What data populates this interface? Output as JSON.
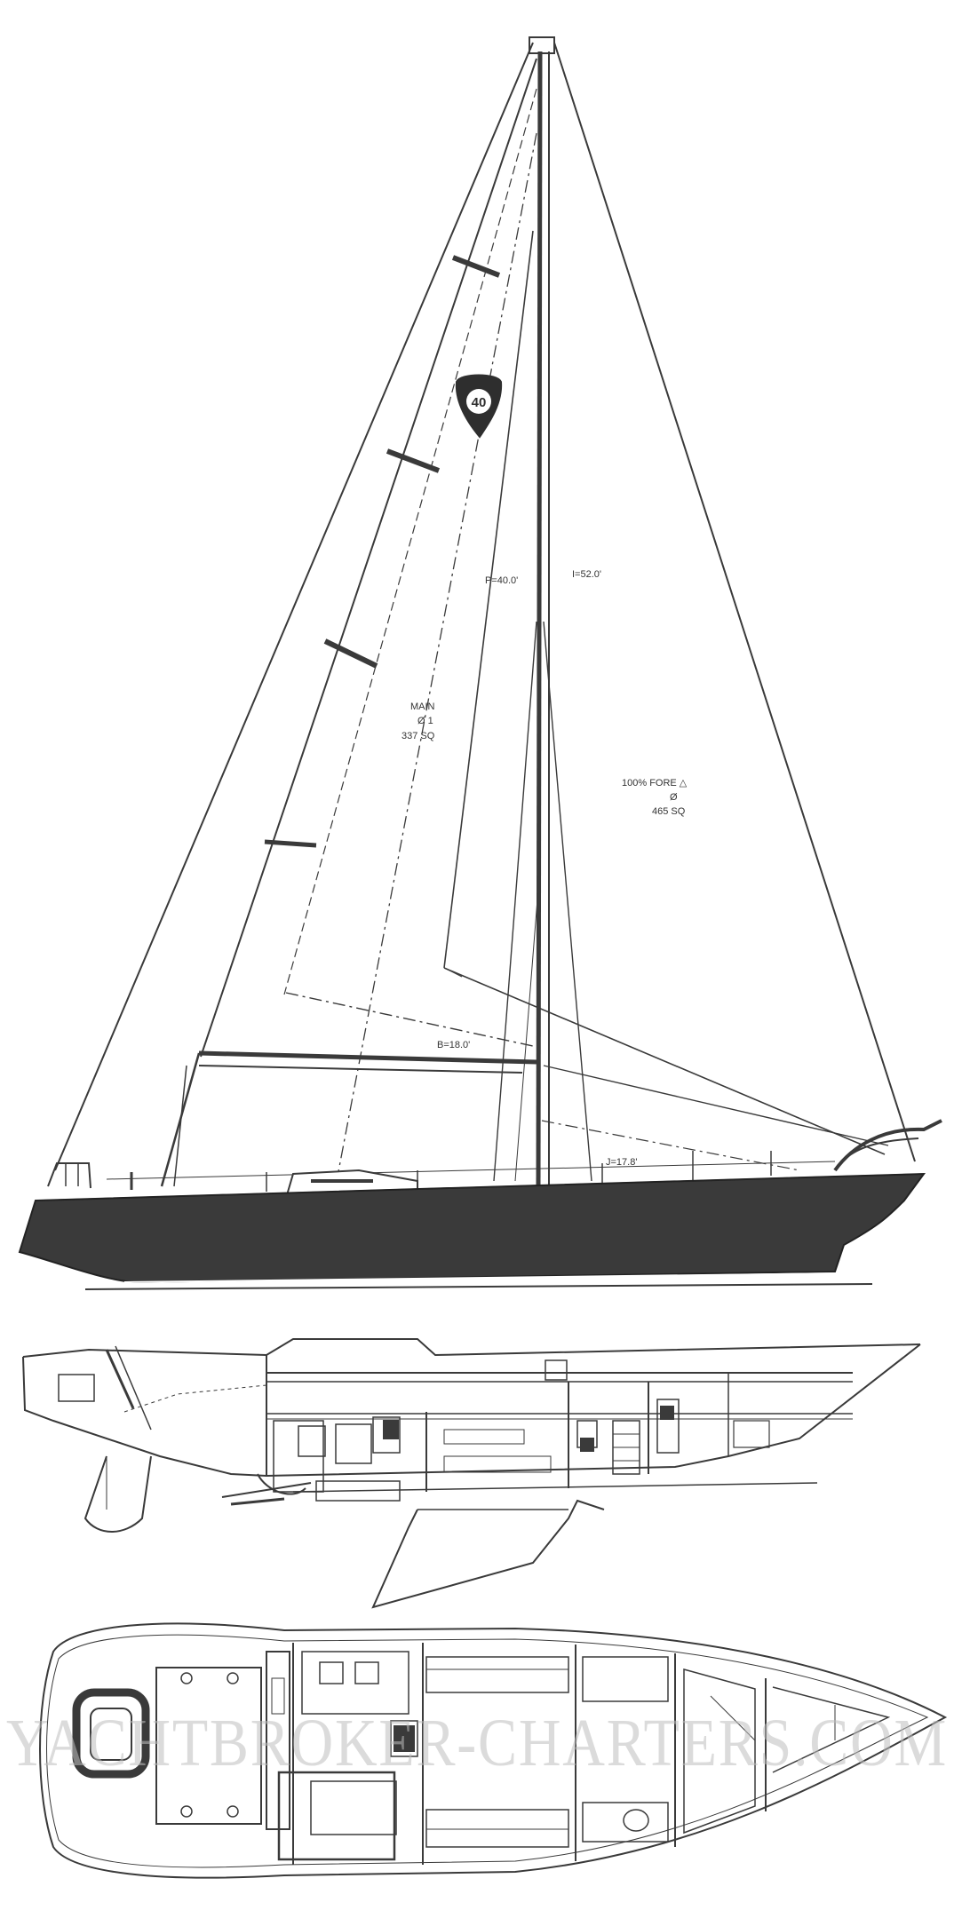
{
  "sail_plan": {
    "class_logo_text": "40",
    "labels": {
      "p": "P=40.0'",
      "i": "I=52.0'",
      "main_line1": "MAIN",
      "main_line2": "Ø 1",
      "main_line3": "337 SQ",
      "fore_line1": "100% FORE △",
      "fore_line2": "Ø",
      "fore_line3": "465 SQ",
      "boom": "B=18.0'",
      "j": "J=17.8'"
    }
  },
  "watermark": "YACHTBROKER-CHARTERS.COM",
  "colors": {
    "line": "#3a3a3a",
    "hull": "#3a3a3a",
    "paper": "#ffffff",
    "watermark": "#bdbdbd"
  }
}
